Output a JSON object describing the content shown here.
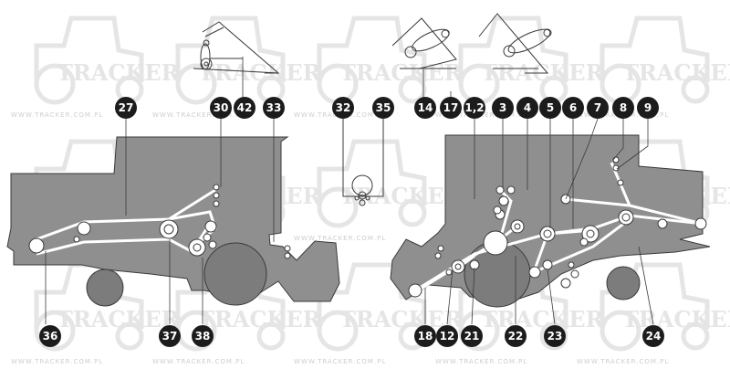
{
  "watermark": {
    "logo_text": "TRACKER",
    "url_text": "WWW.TRACKER.COM.PL"
  },
  "colors": {
    "body": "#8f8f8f",
    "wheel": "#7c7c7c",
    "outline": "#3a3a3a",
    "belt": "#ffffff",
    "callout_fill": "#1c1c1c",
    "callout_text": "#ffffff",
    "watermark": "#e3e3e3"
  },
  "callouts": {
    "c27": "27",
    "c30": "30",
    "c42": "42",
    "c33": "33",
    "c32": "32",
    "c35": "35",
    "c14": "14",
    "c17": "17",
    "c1_2": "1,2",
    "c3": "3",
    "c4": "4",
    "c5": "5",
    "c6": "6",
    "c7": "7",
    "c8": "8",
    "c9": "9",
    "c36": "36",
    "c37": "37",
    "c38": "38",
    "c18": "18",
    "c12": "12",
    "c21": "21",
    "c22": "22",
    "c23": "23",
    "c24": "24"
  }
}
